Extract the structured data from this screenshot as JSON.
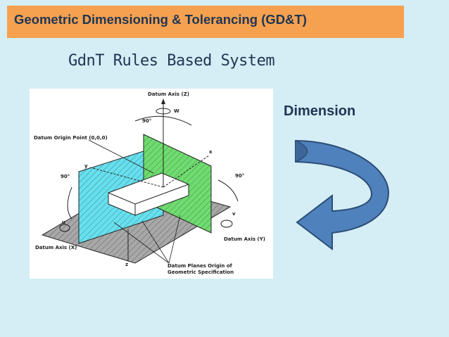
{
  "header": {
    "title": "Geometric Dimensioning & Tolerancing (GD&T)",
    "subtitle": "GdnT Rules Based System"
  },
  "side": {
    "dimension_label": "Dimension"
  },
  "diagram": {
    "labels": {
      "datum_axis_z": "Datum Axis (Z)",
      "w": "W",
      "angle_top": "90°",
      "datum_origin_point": "Datum Origin Point (0,0,0)",
      "x_axis": "x",
      "y_axis": "y",
      "angle_left": "90°",
      "angle_right": "90°",
      "u": "u",
      "v": "v",
      "datum_axis_x": "Datum Axis (X)",
      "datum_axis_y": "Datum Axis (Y)",
      "z_axis": "z",
      "datum_planes_line1": "Datum Planes Origin of",
      "datum_planes_line2": "Geometric Specification"
    },
    "colors": {
      "cyan_plane": "#66e0ee",
      "green_plane": "#6fdc6f",
      "gray_plane": "#a8a8a8",
      "arrow_fill": "#4f81bd",
      "arrow_stroke": "#2c4d75"
    }
  }
}
